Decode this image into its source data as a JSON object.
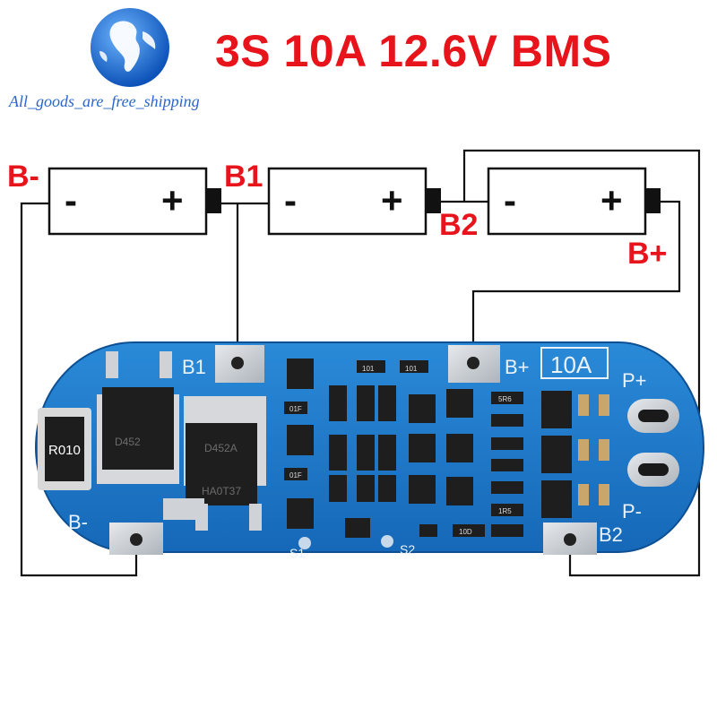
{
  "title": "3S 10A 12.6V BMS",
  "shop_tag": "All_goods_are_free_shipping",
  "logo_icon": "globe-icon",
  "labels": {
    "b_minus": "B-",
    "b1": "B1",
    "b2": "B2",
    "b_plus": "B+"
  },
  "cell_polarity": {
    "minus": "-",
    "plus": "+"
  },
  "board": {
    "pads": {
      "b1": "B1",
      "b_plus": "B+",
      "b_minus": "B-",
      "b2": "B2",
      "p_plus": "P+",
      "p_minus": "P-"
    },
    "rating": "10A",
    "test_points": {
      "s1": "S1",
      "s2": "S2"
    },
    "shunt": "R010",
    "mosfet_top": "D452",
    "mosfet_bottom": "D452A",
    "mosfet_code": "HA0T37",
    "resistor_101": "101",
    "resistor_01f": "01F",
    "resistor_5r6": "5R6",
    "resistor_1r5": "1R5",
    "resistor_10d": "10D"
  },
  "colors": {
    "title": "#e8141b",
    "shop_tag": "#2a67c9",
    "pcb": "#1a78c8",
    "pcb_dark": "#0f5fa8",
    "pad": "#cfd3d8",
    "chip": "#1b1b1b"
  }
}
